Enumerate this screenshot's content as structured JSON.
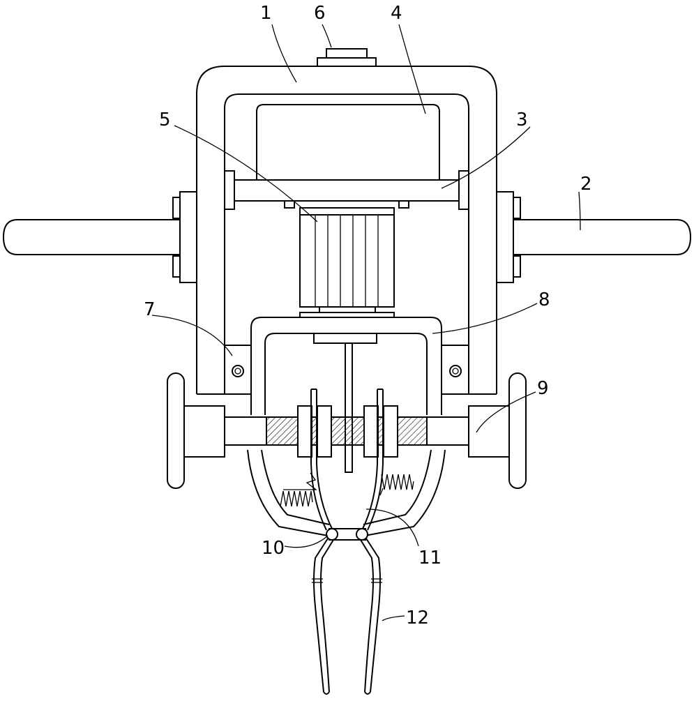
{
  "figure": {
    "labels": {
      "l1": "1",
      "l2": "2",
      "l3": "3",
      "l4": "4",
      "l5": "5",
      "l6": "6",
      "l7": "7",
      "l8": "8",
      "l9": "9",
      "l10": "10",
      "l11": "11",
      "l12": "12"
    },
    "colors": {
      "line": "#000000",
      "background": "#ffffff"
    }
  }
}
